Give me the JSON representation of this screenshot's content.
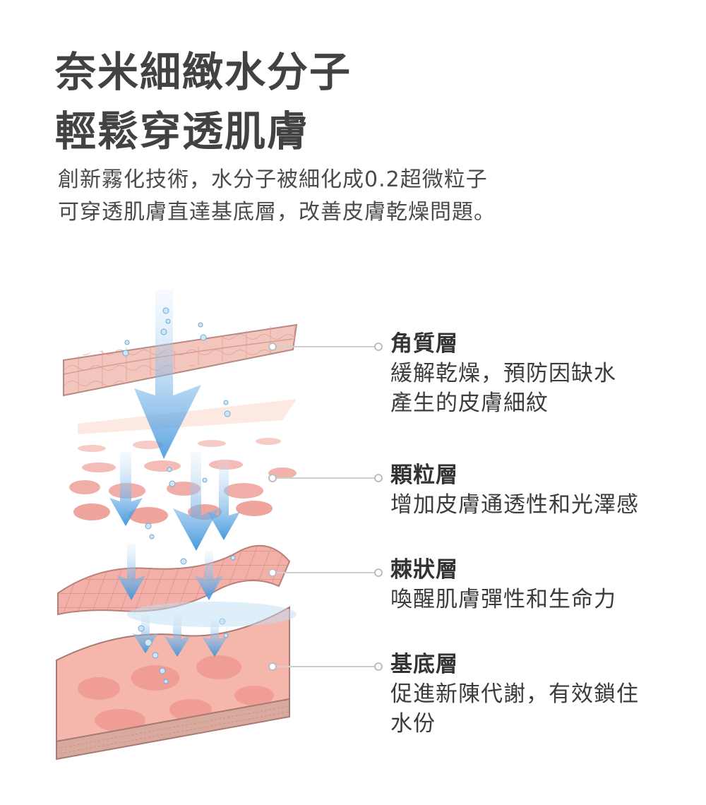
{
  "headline": {
    "line1": "奈米細緻水分子",
    "line2": "輕鬆穿透肌膚"
  },
  "intro": {
    "line1": "創新霧化技術，水分子被細化成0.2超微粒子",
    "line2": "可穿透肌膚直達基底層，改善皮膚乾燥問題。"
  },
  "layers": [
    {
      "name": "角質層",
      "desc_line1": "緩解乾燥，預防因缺水",
      "desc_line2": "產生的皮膚細紋"
    },
    {
      "name": "顆粒層",
      "desc_line1": "增加皮膚通透性和光澤感",
      "desc_line2": ""
    },
    {
      "name": "棘狀層",
      "desc_line1": "喚醒肌膚彈性和生命力",
      "desc_line2": ""
    },
    {
      "name": "基底層",
      "desc_line1": "促進新陳代謝，有效鎖住",
      "desc_line2": "水份"
    }
  ],
  "colors": {
    "skin": "#f2b0a8",
    "skin_dark": "#e08e86",
    "water": "#4a9ee0",
    "text": "#444444"
  }
}
